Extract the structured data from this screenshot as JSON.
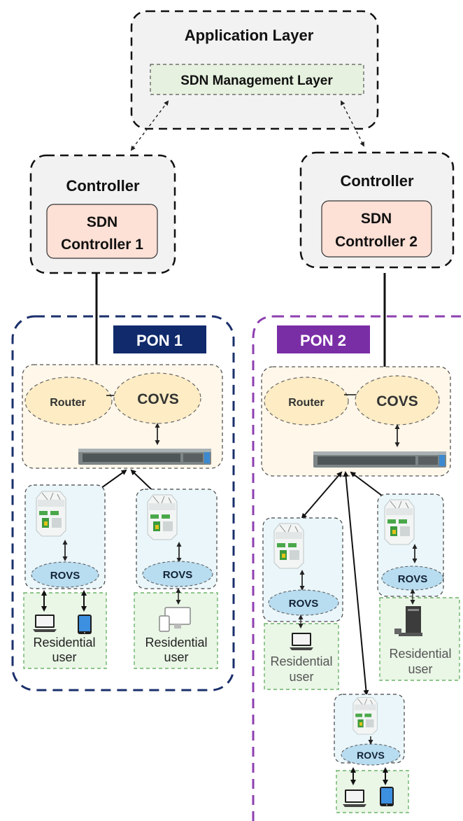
{
  "app_layer": {
    "title": "Application Layer",
    "management": "SDN Management Layer"
  },
  "controllers": [
    {
      "title": "Controller",
      "line1": "SDN",
      "line2": "Controller 1"
    },
    {
      "title": "Controller",
      "line1": "SDN",
      "line2": "Controller 2"
    }
  ],
  "pons": [
    {
      "label": "PON 1",
      "router": "Router",
      "covs": "COVS"
    },
    {
      "label": "PON 2",
      "router": "Router",
      "covs": "COVS"
    }
  ],
  "rovs_label": "ROVS",
  "user_label": {
    "line1": "Residential",
    "line2": "user"
  },
  "colors": {
    "pon1_border": "#1b2f6b",
    "pon1_badge": "#102a6b",
    "pon2_border": "#8e3fb0",
    "pon2_badge": "#7a2ea6",
    "controller_fill": "#fde0d6",
    "management_fill": "#e6f1df",
    "node_fill": "#fdecc4",
    "olt_fill": "#fff7ea",
    "rovs_fill": "#b8dcf0",
    "onu_box_fill": "#eaf6fa",
    "user_box_fill": "#eaf6e6",
    "user_box_border": "#6db36a"
  },
  "icons": [
    "olt-switch-icon",
    "onu-device-icon",
    "laptop-icon",
    "tablet-icon",
    "desktop-monitor-icon",
    "desktop-tower-icon"
  ]
}
